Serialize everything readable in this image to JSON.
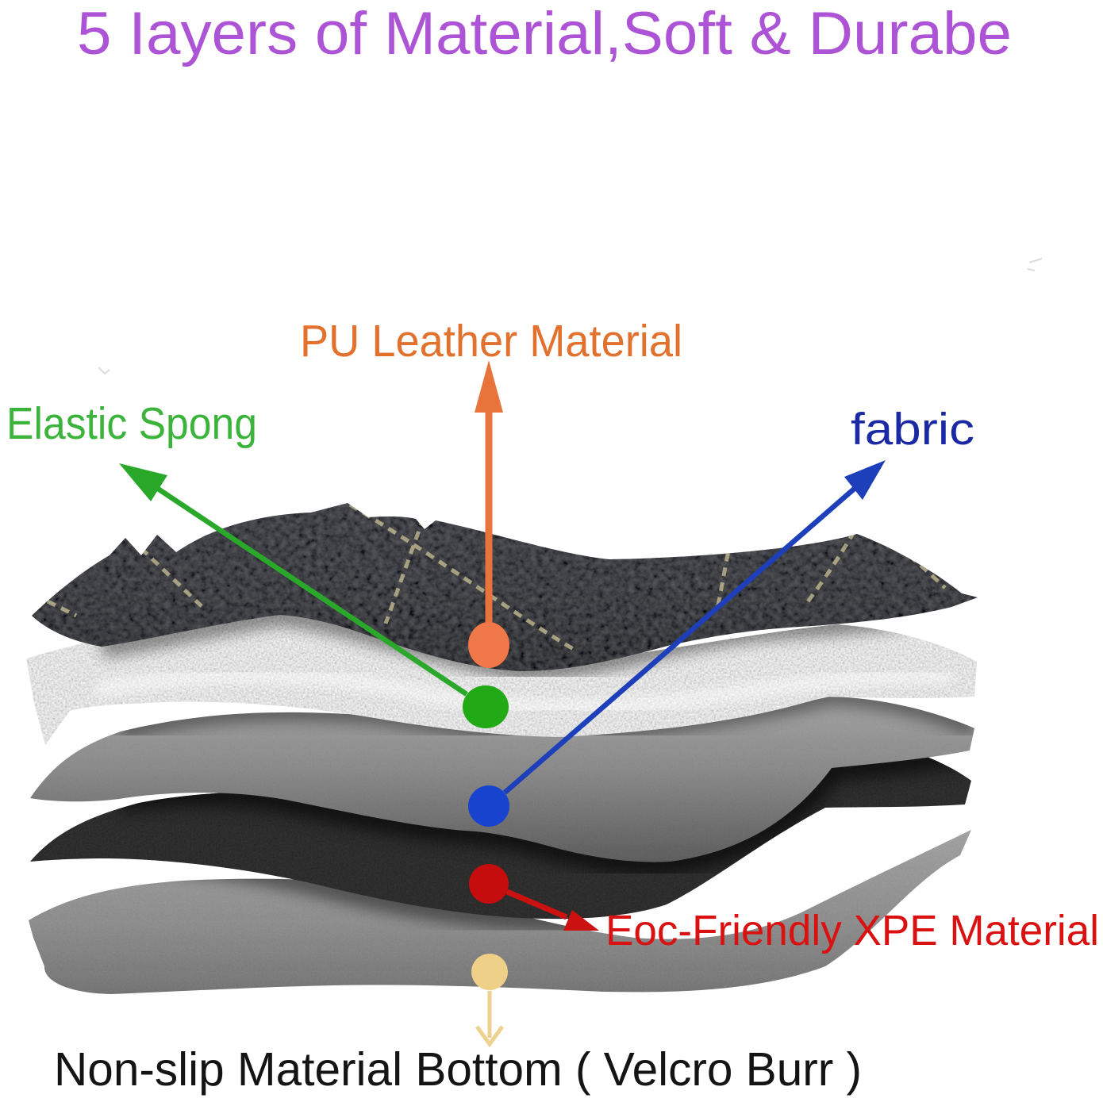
{
  "title": {
    "text": "5 Iayers of Material,Soft & Durabe",
    "color": "#ad53d6"
  },
  "annotations": {
    "pu_leather": {
      "label": "PU Leather Material",
      "text_color": "#e2712d",
      "arrow_color": "#e8743b",
      "dot_color": "#f07747"
    },
    "elastic_sponge": {
      "label": "Elastic Spong",
      "text_color": "#3cb43c",
      "arrow_color": "#2aa82a",
      "dot_color": "#21a916"
    },
    "fabric": {
      "label": "fabric",
      "text_color": "#1b2aa4",
      "arrow_color": "#1d3fba",
      "dot_color": "#1743cf"
    },
    "xpe": {
      "label": "Eoc-Friendly XPE Material",
      "text_color": "#da1111",
      "arrow_color": "#cc1111",
      "dot_color": "#c50d0d"
    },
    "non_slip": {
      "label": "Non-slip Material Bottom ( Velcro Burr )",
      "text_color": "#141414",
      "arrow_color": "#ecd28e",
      "dot_color": "#eed089"
    }
  },
  "materials": {
    "leather_base": "#1b1e23",
    "stitch_thread": "#cbc096",
    "foam_base": "#ececec",
    "fabric_top": "#9e9e9e",
    "fabric_bottom": "#565656",
    "xpe_base": "#161616",
    "bottom_top": "#9c9c9c",
    "bottom_bottom": "#717171"
  }
}
